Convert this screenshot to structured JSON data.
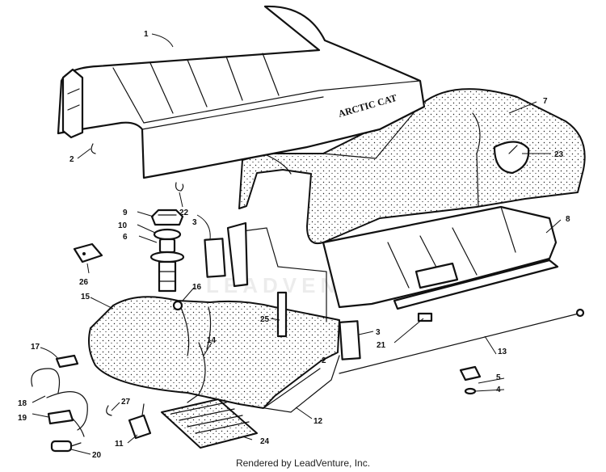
{
  "diagram": {
    "brand_mark": "ARCTIC CAT",
    "watermark": "LEADVENTURE",
    "callouts": [
      {
        "id": "c1",
        "text": "1"
      },
      {
        "id": "c2a",
        "text": "2"
      },
      {
        "id": "c2b",
        "text": "2"
      },
      {
        "id": "c3a",
        "text": "3"
      },
      {
        "id": "c3b",
        "text": "3"
      },
      {
        "id": "c4",
        "text": "4"
      },
      {
        "id": "c5",
        "text": "5"
      },
      {
        "id": "c6",
        "text": "6"
      },
      {
        "id": "c7",
        "text": "7"
      },
      {
        "id": "c8",
        "text": "8"
      },
      {
        "id": "c9",
        "text": "9"
      },
      {
        "id": "c10",
        "text": "10"
      },
      {
        "id": "c11",
        "text": "11"
      },
      {
        "id": "c12",
        "text": "12"
      },
      {
        "id": "c13",
        "text": "13"
      },
      {
        "id": "c14",
        "text": "14"
      },
      {
        "id": "c15",
        "text": "15"
      },
      {
        "id": "c16",
        "text": "16"
      },
      {
        "id": "c17",
        "text": "17"
      },
      {
        "id": "c18",
        "text": "18"
      },
      {
        "id": "c19",
        "text": "19"
      },
      {
        "id": "c20",
        "text": "20"
      },
      {
        "id": "c21",
        "text": "21"
      },
      {
        "id": "c22",
        "text": "22"
      },
      {
        "id": "c23",
        "text": "23"
      },
      {
        "id": "c24",
        "text": "24"
      },
      {
        "id": "c25",
        "text": "25"
      },
      {
        "id": "c26",
        "text": "26"
      },
      {
        "id": "c27",
        "text": "27"
      }
    ]
  },
  "footer": {
    "credit": "Rendered by LeadVenture, Inc."
  }
}
